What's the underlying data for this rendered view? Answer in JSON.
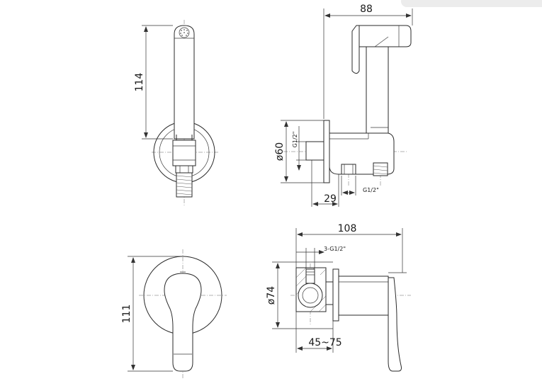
{
  "views": {
    "shower_front": {
      "height_dim": "114"
    },
    "shower_side": {
      "width_dim": "88",
      "diameter_dim": "ø60",
      "thread_vertical": "G1/2\"",
      "depth_dim": "29",
      "thread_bottom": "G1/2\""
    },
    "mixer_front": {
      "height_dim": "111"
    },
    "mixer_side": {
      "width_dim": "108",
      "thread_label": "3-G1/2\"",
      "diameter_dim": "ø74",
      "depth_dim": "45~75"
    }
  }
}
